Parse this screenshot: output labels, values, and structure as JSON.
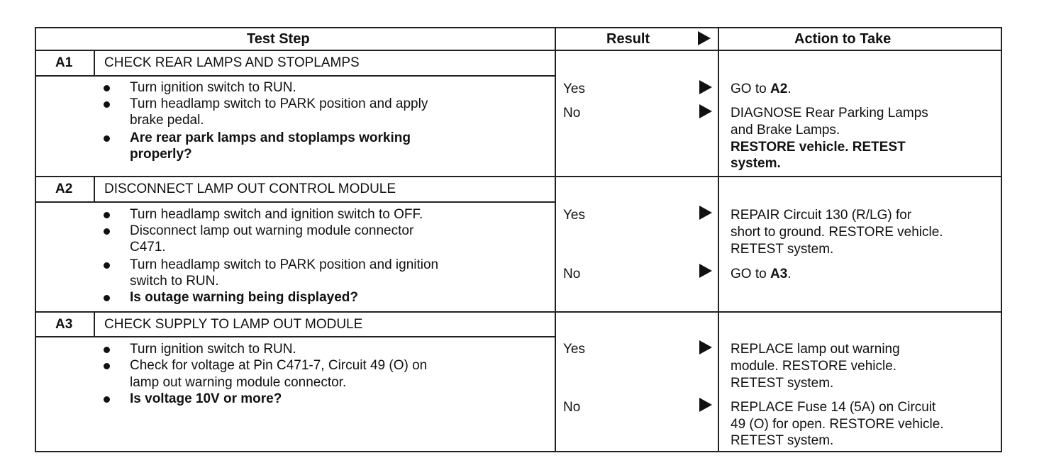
{
  "header": {
    "test_step": "Test Step",
    "result": "Result",
    "action": "Action to Take"
  },
  "steps": [
    {
      "id": "A1",
      "title": "CHECK REAR LAMPS AND STOPLAMPS",
      "bullets": [
        {
          "lines": [
            "Turn ignition switch to RUN."
          ],
          "bold": false
        },
        {
          "lines": [
            "Turn headlamp switch to PARK position and apply",
            "brake pedal."
          ],
          "bold": false
        },
        {
          "lines": [
            "Are rear park lamps and stoplamps working",
            "properly?"
          ],
          "bold": true
        }
      ],
      "results": [
        {
          "label": "Yes",
          "action_lines": [
            {
              "pre": "GO to ",
              "bold": "A2",
              "post": "."
            }
          ]
        },
        {
          "label": "No",
          "action_lines": [
            {
              "pre": "DIAGNOSE Rear Parking Lamps"
            },
            {
              "pre": "and Brake Lamps."
            },
            {
              "pre": "RESTORE vehicle. RETEST"
            },
            {
              "pre": "system."
            }
          ]
        }
      ]
    },
    {
      "id": "A2",
      "title": "DISCONNECT LAMP OUT CONTROL MODULE",
      "bullets": [
        {
          "lines": [
            "Turn headlamp switch and ignition switch to OFF."
          ],
          "bold": false
        },
        {
          "lines": [
            "Disconnect lamp out warning module connector",
            "C471."
          ],
          "bold": false
        },
        {
          "lines": [
            "Turn headlamp switch to PARK position and ignition",
            "switch to RUN."
          ],
          "bold": false
        },
        {
          "lines": [
            "Is outage warning being displayed?"
          ],
          "bold": true
        }
      ],
      "results": [
        {
          "label": "Yes",
          "action_lines": [
            {
              "pre": "REPAIR Circuit 130 (R/LG) for"
            },
            {
              "pre": "short to ground. RESTORE vehicle."
            },
            {
              "pre": "RETEST system."
            }
          ]
        },
        {
          "label": "No",
          "action_lines": [
            {
              "pre": "GO to ",
              "bold": "A3",
              "post": "."
            }
          ]
        }
      ]
    },
    {
      "id": "A3",
      "title": "CHECK SUPPLY TO LAMP OUT MODULE",
      "bullets": [
        {
          "lines": [
            "Turn ignition switch to RUN."
          ],
          "bold": false
        },
        {
          "lines": [
            "Check for voltage at Pin C471-7, Circuit 49 (O) on",
            "lamp out warning module connector."
          ],
          "bold": false
        },
        {
          "lines": [
            "Is voltage 10V or more?"
          ],
          "bold": true
        }
      ],
      "results": [
        {
          "label": "Yes",
          "action_lines": [
            {
              "pre": "REPLACE lamp out warning"
            },
            {
              "pre": "module. RESTORE vehicle."
            },
            {
              "pre": "RETEST system."
            }
          ]
        },
        {
          "label": "No",
          "action_lines": [
            {
              "pre": "REPLACE Fuse 14 (5A) on Circuit"
            },
            {
              "pre": "49 (O) for open. RESTORE vehicle."
            },
            {
              "pre": "RETEST system."
            }
          ]
        }
      ]
    }
  ]
}
